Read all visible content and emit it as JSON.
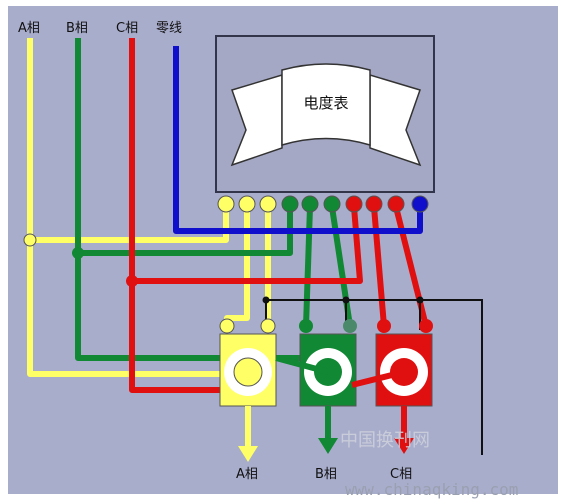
{
  "labels": {
    "phase_a_top": "A相",
    "phase_b_top": "B相",
    "phase_c_top": "C相",
    "neutral_top": "零线",
    "meter": "电度表",
    "phase_a_bottom": "A相",
    "phase_b_bottom": "B相",
    "phase_c_bottom": "C相"
  },
  "watermark": {
    "cn": "中国换刊网",
    "url": "www.chinaqking.com"
  },
  "colors": {
    "background": "#a9adcc",
    "phase_a": "#ffff66",
    "phase_b": "#118833",
    "phase_c": "#e01010",
    "neutral": "#1010cc",
    "common_wire": "#111111"
  }
}
